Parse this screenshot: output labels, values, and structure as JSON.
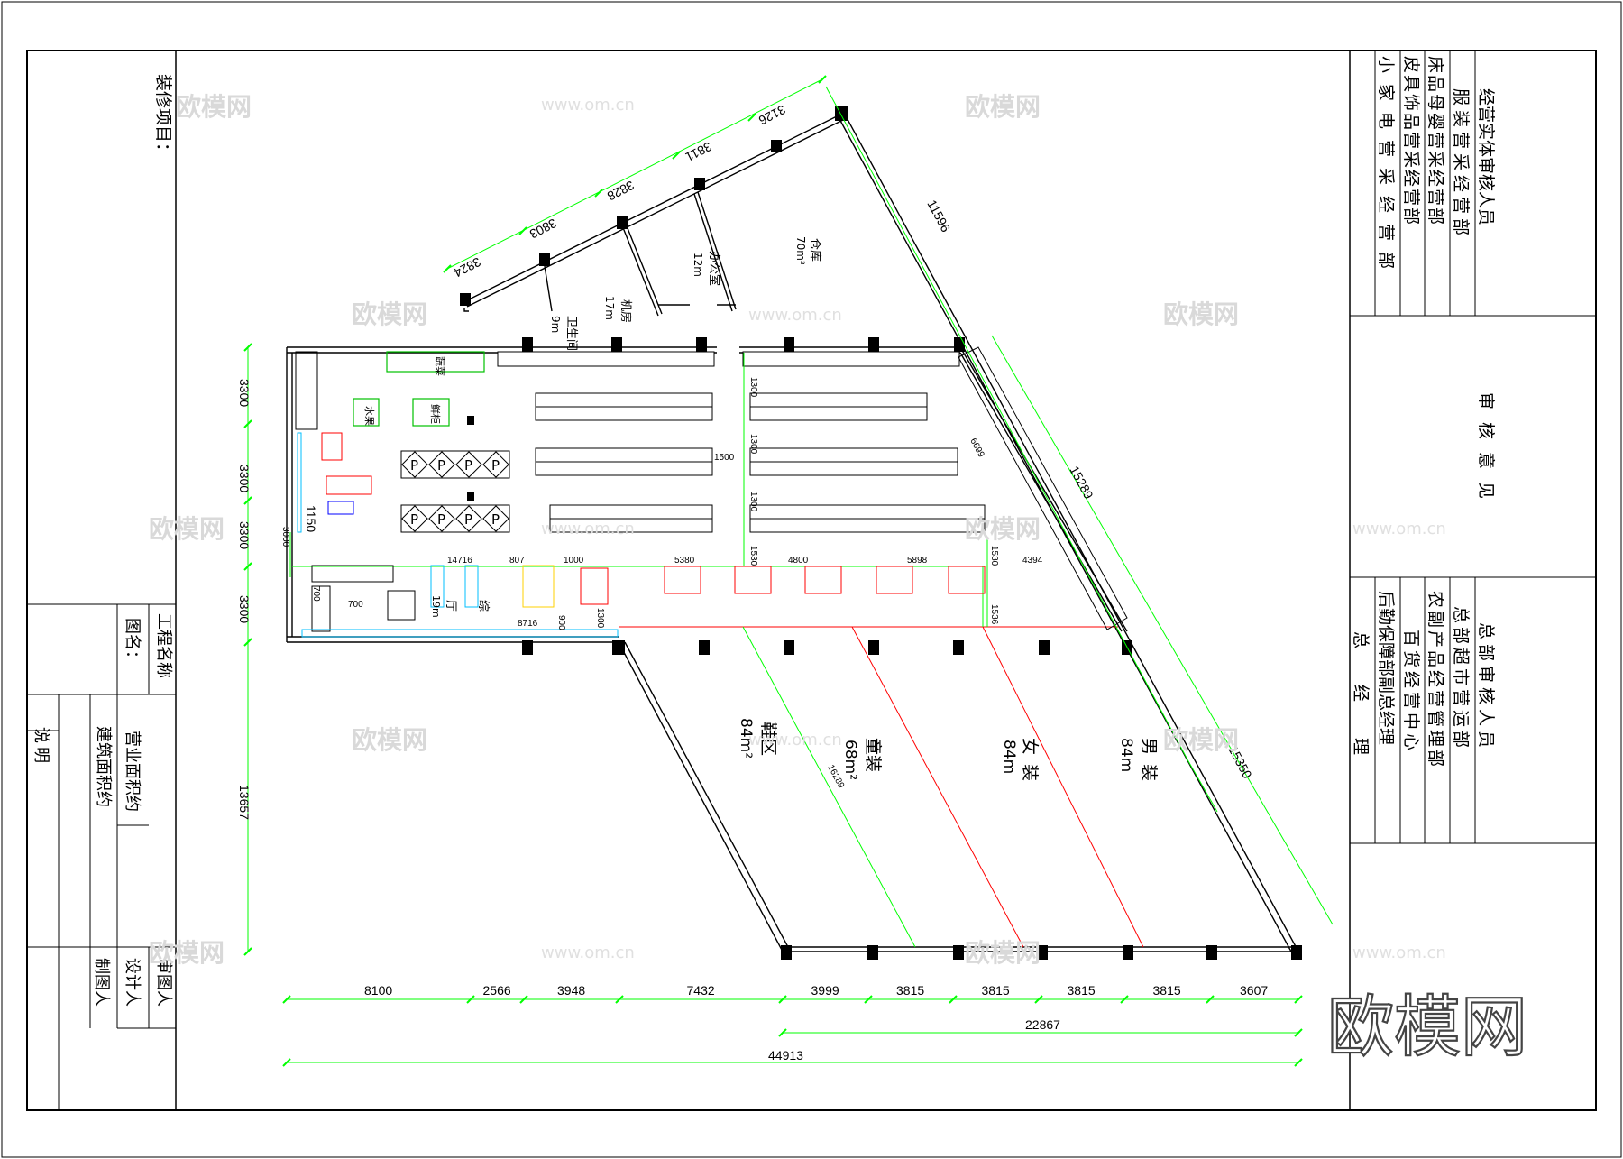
{
  "colors": {
    "dimension": "#00ff00",
    "wall": "#000000",
    "zone_divider": "#ff0000",
    "fixture_blue": "#00bfff",
    "fixture_yellow": "#ffd000"
  },
  "titleblock_left": {
    "project_item": "装修项目：",
    "project_name": "工程名称",
    "drawing_name": "图名：",
    "business_area": "营业面积约",
    "building_area": "建筑面积约",
    "note": "说明",
    "reviewer": "审图人",
    "designer": "设计人",
    "drafter": "制图人"
  },
  "titleblock_right": {
    "col1": "经营实体审核人员",
    "col2": "服装营采经营部",
    "col3": "床品母婴营采经营部",
    "col4": "皮具饰品营采经营部",
    "col5": "小家电营采经营部",
    "opinion": "审核意见",
    "hq1": "总部审核人员",
    "hq2": "总部超市营运部",
    "hq3": "农副产品经营管理部",
    "hq4": "百货经营中心",
    "hq5": "后勤保障部副总经理",
    "hq6": "总经理"
  },
  "rooms": {
    "warehouse": "仓库",
    "warehouse_area": "70m²",
    "office": "办公室",
    "office_area": "12m",
    "machine": "机房",
    "machine_area": "17m",
    "toilet": "卫生间",
    "toilet_area": "9m",
    "shoes": "鞋区",
    "shoes_area": "84m²",
    "kids": "童装",
    "kids_area": "68m²",
    "women": "女装",
    "women_area": "84m",
    "men": "男装",
    "men_area": "84m",
    "hall": "厅",
    "hall_area": "19m",
    "misc": "综",
    "fruit": "水果",
    "fresh": "鲜柜",
    "veg": "蔬菜",
    "p": "P"
  },
  "dims": {
    "top": [
      "3824",
      "3803",
      "3828",
      "3811",
      "3126"
    ],
    "right_upper": "11596",
    "right_mid": "15289",
    "right_lower": "15350",
    "left": [
      "3300",
      "3300",
      "3300",
      "3300",
      "13657"
    ],
    "left_inner": "3000",
    "bottom": [
      "8100",
      "2566",
      "3948",
      "7432",
      "3999",
      "3815",
      "3815",
      "3815",
      "3815",
      "3607"
    ],
    "total_right": "22867",
    "total": "44913",
    "aisle": [
      "1300",
      "1300",
      "1300",
      "1500",
      "1530"
    ],
    "corridor": [
      "14716",
      "807",
      "1000",
      "5380",
      "4800",
      "5898",
      "1530",
      "4394"
    ],
    "misc": [
      "1150",
      "8716",
      "900",
      "1300",
      "1536",
      "700",
      "700",
      "16289",
      "6699"
    ]
  },
  "watermark": {
    "site": "www.om.cn",
    "brand": "欧模网"
  }
}
